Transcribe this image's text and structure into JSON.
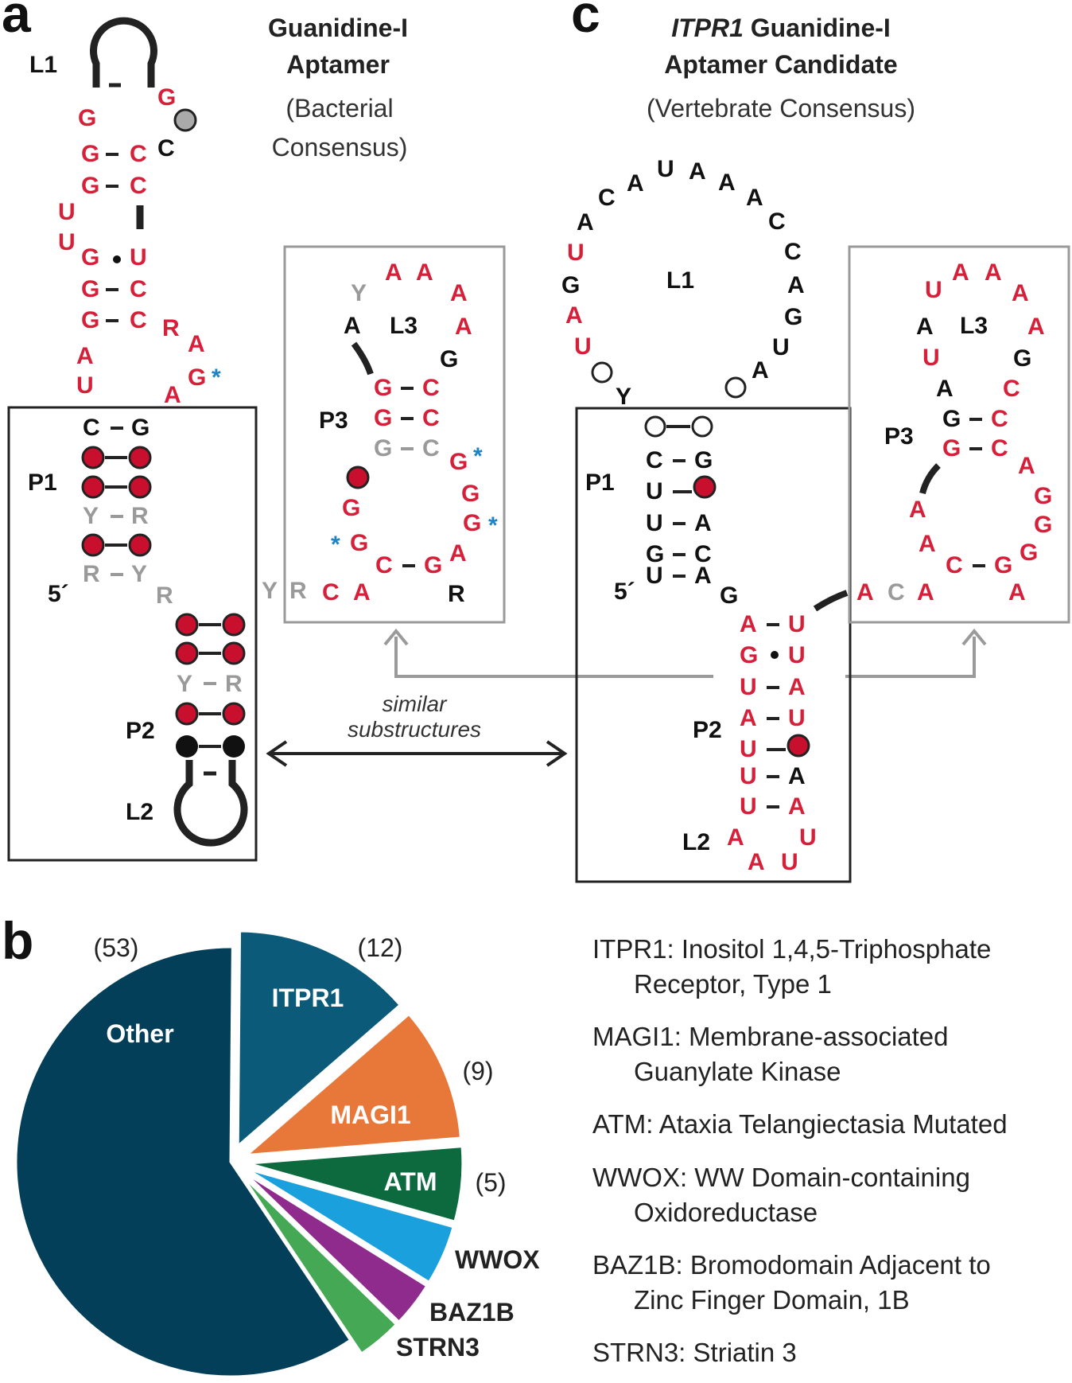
{
  "panels": {
    "a": {
      "letter": "a",
      "title_lines": [
        "Guanidine-I",
        "Aptamer"
      ],
      "subtitle_lines": [
        "(Bacterial",
        "Consensus)"
      ],
      "labels": {
        "l1": "L1",
        "p1": "P1",
        "p2": "P2",
        "l2": "L2",
        "five_prime": "5´"
      }
    },
    "inset_a": {
      "labels": {
        "l3": "L3",
        "p3": "P3"
      }
    },
    "c": {
      "letter": "c",
      "title_italic": "ITPR1",
      "title_rest": " Guanidine-I",
      "title_line2": "Aptamer Candidate",
      "subtitle": "(Vertebrate Consensus)",
      "labels": {
        "l1": "L1",
        "p1": "P1",
        "p2": "P2",
        "l2": "L2",
        "five_prime": "5´"
      }
    },
    "inset_c": {
      "labels": {
        "l3": "L3",
        "p3": "P3"
      }
    },
    "middle": {
      "line1": "similar",
      "line2": "substructures"
    },
    "b": {
      "letter": "b"
    }
  },
  "colors": {
    "red": "#d6203a",
    "black": "#111111",
    "gray": "#9a9a9a",
    "blue_star": "#1c83c6",
    "box_black": "#222222",
    "box_gray": "#9a9a9a"
  },
  "nucleotides_a": [
    {
      "t": "G",
      "c": "red"
    },
    {
      "t": "C",
      "c": "blk"
    },
    {
      "t": "G",
      "c": "red"
    },
    {
      "t": "G",
      "c": "red"
    },
    {
      "t": "C",
      "c": "red"
    },
    {
      "t": "G",
      "c": "red"
    },
    {
      "t": "C",
      "c": "red"
    },
    {
      "t": "U",
      "c": "red"
    },
    {
      "t": "U",
      "c": "red"
    },
    {
      "t": "G",
      "c": "red"
    },
    {
      "t": "U",
      "c": "red"
    },
    {
      "t": "G",
      "c": "red"
    },
    {
      "t": "C",
      "c": "red"
    },
    {
      "t": "G",
      "c": "red"
    },
    {
      "t": "C",
      "c": "red"
    },
    {
      "t": "R",
      "c": "red"
    },
    {
      "t": "A",
      "c": "red"
    },
    {
      "t": "A",
      "c": "red"
    },
    {
      "t": "G",
      "c": "red"
    },
    {
      "t": "U",
      "c": "red"
    },
    {
      "t": "A",
      "c": "red"
    },
    {
      "t": "C",
      "c": "blk"
    },
    {
      "t": "G",
      "c": "blk"
    },
    {
      "t": "Y",
      "c": "gry"
    },
    {
      "t": "R",
      "c": "gry"
    },
    {
      "t": "R",
      "c": "gry"
    },
    {
      "t": "Y",
      "c": "gry"
    },
    {
      "t": "R",
      "c": "gry"
    },
    {
      "t": "Y",
      "c": "gry"
    },
    {
      "t": "R",
      "c": "gry"
    }
  ],
  "nucleotides_inset_a": [
    {
      "t": "A",
      "c": "red"
    },
    {
      "t": "A",
      "c": "red"
    },
    {
      "t": "A",
      "c": "red"
    },
    {
      "t": "A",
      "c": "red"
    },
    {
      "t": "Y",
      "c": "gry"
    },
    {
      "t": "A",
      "c": "blk"
    },
    {
      "t": "G",
      "c": "blk"
    },
    {
      "t": "G",
      "c": "red"
    },
    {
      "t": "C",
      "c": "red"
    },
    {
      "t": "G",
      "c": "red"
    },
    {
      "t": "C",
      "c": "red"
    },
    {
      "t": "G",
      "c": "gry"
    },
    {
      "t": "C",
      "c": "gry"
    },
    {
      "t": "G",
      "c": "red"
    },
    {
      "t": "G",
      "c": "red"
    },
    {
      "t": "G",
      "c": "red"
    },
    {
      "t": "G",
      "c": "red"
    },
    {
      "t": "G",
      "c": "red"
    },
    {
      "t": "A",
      "c": "red"
    },
    {
      "t": "C",
      "c": "red"
    },
    {
      "t": "G",
      "c": "red"
    },
    {
      "t": "Y",
      "c": "gry"
    },
    {
      "t": "R",
      "c": "gry"
    },
    {
      "t": "C",
      "c": "red"
    },
    {
      "t": "A",
      "c": "red"
    },
    {
      "t": "R",
      "c": "blk"
    }
  ],
  "nucleotides_c_loop": [
    {
      "t": "U",
      "c": "red"
    },
    {
      "t": "G",
      "c": "blk"
    },
    {
      "t": "A",
      "c": "red"
    },
    {
      "t": "U",
      "c": "red"
    },
    {
      "t": "A",
      "c": "blk"
    },
    {
      "t": "C",
      "c": "blk"
    },
    {
      "t": "A",
      "c": "blk"
    },
    {
      "t": "U",
      "c": "blk"
    },
    {
      "t": "A",
      "c": "blk"
    },
    {
      "t": "A",
      "c": "blk"
    },
    {
      "t": "A",
      "c": "blk"
    },
    {
      "t": "C",
      "c": "blk"
    },
    {
      "t": "C",
      "c": "blk"
    },
    {
      "t": "A",
      "c": "blk"
    },
    {
      "t": "G",
      "c": "blk"
    },
    {
      "t": "U",
      "c": "blk"
    },
    {
      "t": "A",
      "c": "blk"
    },
    {
      "t": "Y",
      "c": "blk"
    }
  ],
  "nucleotides_c_stem": [
    {
      "t": "C",
      "c": "blk"
    },
    {
      "t": "G",
      "c": "blk"
    },
    {
      "t": "U",
      "c": "blk"
    },
    {
      "t": "U",
      "c": "blk"
    },
    {
      "t": "A",
      "c": "blk"
    },
    {
      "t": "G",
      "c": "blk"
    },
    {
      "t": "C",
      "c": "blk"
    },
    {
      "t": "U",
      "c": "blk"
    },
    {
      "t": "A",
      "c": "blk"
    },
    {
      "t": "G",
      "c": "blk"
    },
    {
      "t": "A",
      "c": "red"
    },
    {
      "t": "U",
      "c": "red"
    },
    {
      "t": "G",
      "c": "red"
    },
    {
      "t": "U",
      "c": "red"
    },
    {
      "t": "U",
      "c": "red"
    },
    {
      "t": "A",
      "c": "red"
    },
    {
      "t": "A",
      "c": "red"
    },
    {
      "t": "U",
      "c": "red"
    },
    {
      "t": "U",
      "c": "red"
    },
    {
      "t": "U",
      "c": "red"
    },
    {
      "t": "A",
      "c": "blk"
    },
    {
      "t": "U",
      "c": "red"
    },
    {
      "t": "A",
      "c": "red"
    },
    {
      "t": "A",
      "c": "red"
    },
    {
      "t": "A",
      "c": "red"
    },
    {
      "t": "U",
      "c": "red"
    },
    {
      "t": "U",
      "c": "red"
    }
  ],
  "nucleotides_inset_c": [
    {
      "t": "U",
      "c": "red"
    },
    {
      "t": "A",
      "c": "red"
    },
    {
      "t": "A",
      "c": "red"
    },
    {
      "t": "A",
      "c": "red"
    },
    {
      "t": "A",
      "c": "red"
    },
    {
      "t": "A",
      "c": "blk"
    },
    {
      "t": "U",
      "c": "red"
    },
    {
      "t": "G",
      "c": "blk"
    },
    {
      "t": "C",
      "c": "red"
    },
    {
      "t": "A",
      "c": "blk"
    },
    {
      "t": "G",
      "c": "blk"
    },
    {
      "t": "C",
      "c": "red"
    },
    {
      "t": "G",
      "c": "red"
    },
    {
      "t": "C",
      "c": "red"
    },
    {
      "t": "A",
      "c": "red"
    },
    {
      "t": "G",
      "c": "red"
    },
    {
      "t": "G",
      "c": "red"
    },
    {
      "t": "A",
      "c": "red"
    },
    {
      "t": "A",
      "c": "red"
    },
    {
      "t": "C",
      "c": "red"
    },
    {
      "t": "G",
      "c": "red"
    },
    {
      "t": "G",
      "c": "red"
    },
    {
      "t": "A",
      "c": "red"
    },
    {
      "t": "C",
      "c": "gry"
    },
    {
      "t": "A",
      "c": "red"
    },
    {
      "t": "A",
      "c": "red"
    }
  ],
  "pie": {
    "slices": [
      {
        "name": "ITPR1",
        "count": "(12)",
        "value": 12,
        "color": "#0b5a7a"
      },
      {
        "name": "MAGI1",
        "count": "(9)",
        "value": 9,
        "color": "#e8773a"
      },
      {
        "name": "ATM",
        "count": "(5)",
        "value": 5,
        "color": "#0c6a3e"
      },
      {
        "name": "WWOX",
        "count": "",
        "value": 4,
        "color": "#1aa0dc"
      },
      {
        "name": "BAZ1B",
        "count": "",
        "value": 3,
        "color": "#8e2b8d"
      },
      {
        "name": "STRN3",
        "count": "",
        "value": 3,
        "color": "#45a854"
      },
      {
        "name": "Other",
        "count": "(53)",
        "value": 53,
        "color": "#033f58"
      }
    ]
  },
  "legend": [
    {
      "line1": "ITPR1: Inositol 1,4,5-Triphosphate",
      "line2": "Receptor, Type 1"
    },
    {
      "line1": "MAGI1: Membrane-associated",
      "line2": "Guanylate Kinase"
    },
    {
      "line1": "ATM: Ataxia Telangiectasia Mutated",
      "line2": ""
    },
    {
      "line1": "WWOX: WW Domain-containing",
      "line2": "Oxidoreductase"
    },
    {
      "line1": "BAZ1B: Bromodomain Adjacent to",
      "line2": "Zinc Finger Domain, 1B"
    },
    {
      "line1": "STRN3: Striatin 3",
      "line2": ""
    }
  ]
}
